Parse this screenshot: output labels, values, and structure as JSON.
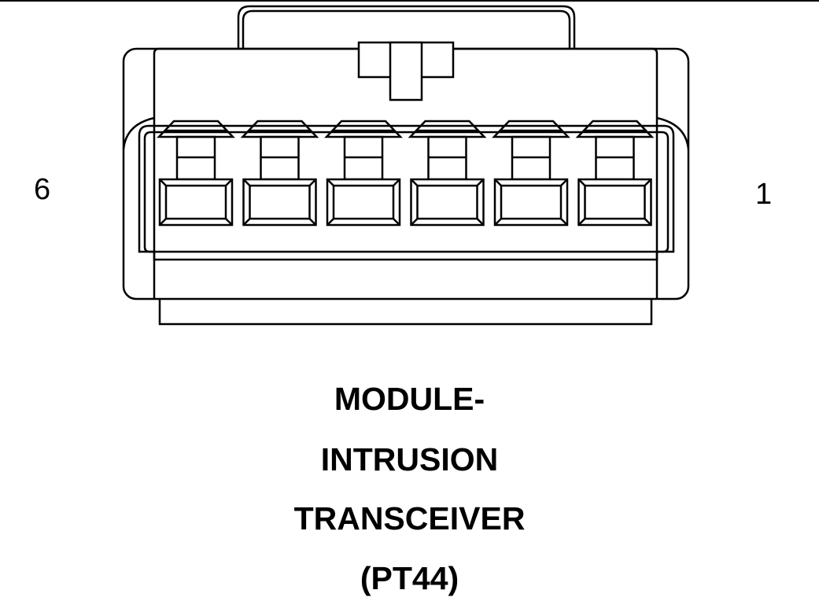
{
  "connector": {
    "pin_left_label": "6",
    "pin_right_label": "1",
    "cavity_count": 6
  },
  "caption": {
    "line1": "MODULE-",
    "line2": "INTRUSION",
    "line3": "TRANSCEIVER",
    "line4": "(PT44)"
  }
}
